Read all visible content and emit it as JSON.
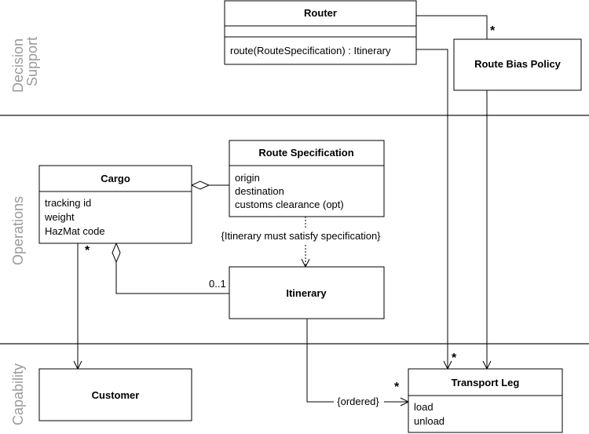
{
  "layers": {
    "decision_support_line1": "Decision",
    "decision_support_line2": "Support",
    "operations": "Operations",
    "capability": "Capability"
  },
  "classes": {
    "router": {
      "name": "Router",
      "operations": [
        "route(RouteSpecification) : Itinerary"
      ]
    },
    "route_bias_policy": {
      "name": "Route Bias Policy"
    },
    "route_specification": {
      "name": "Route Specification",
      "attributes": [
        "origin",
        "destination",
        "customs clearance (opt)"
      ]
    },
    "cargo": {
      "name": "Cargo",
      "attributes": [
        "tracking id",
        "weight",
        "HazMat code"
      ]
    },
    "itinerary": {
      "name": "Itinerary"
    },
    "customer": {
      "name": "Customer"
    },
    "transport_leg": {
      "name": "Transport Leg",
      "operations": [
        "load",
        "unload"
      ]
    }
  },
  "labels": {
    "constraint": "{Itinerary must satisfy specification}",
    "ordered": "{ordered}",
    "many": "*",
    "zero_or_one": "0..1"
  }
}
